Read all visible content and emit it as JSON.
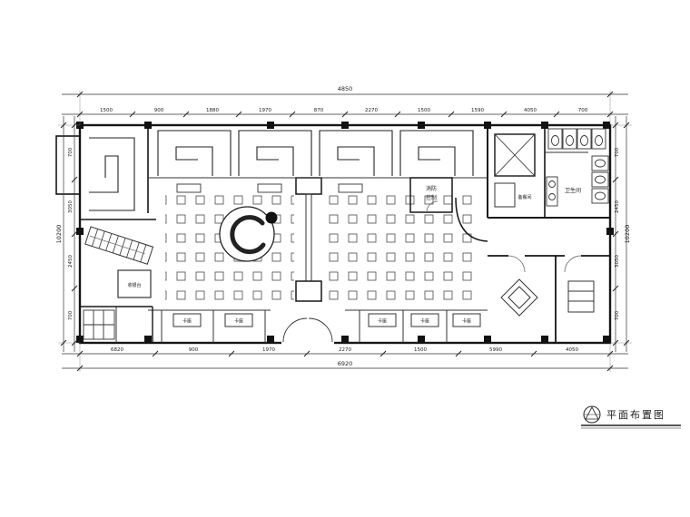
{
  "title_block": {
    "title": "平面布置图"
  },
  "dims": {
    "top_total": "4850",
    "bottom_total": "6920",
    "left_total": "10200",
    "right_total": "10200",
    "top": [
      "1500",
      "900",
      "1880",
      "1970",
      "870",
      "2270",
      "1500",
      "1590",
      "4050",
      "700"
    ],
    "bottom": [
      "6820",
      "900",
      "1970",
      "2270",
      "1500",
      "5990",
      "4050"
    ],
    "left": [
      "700",
      "3050",
      "2450",
      "700"
    ],
    "right": [
      "700",
      "2450",
      "3050",
      "700"
    ]
  },
  "rooms": {
    "fire1": "消防",
    "fire2": "控制",
    "prep": "备餐间",
    "restroom": "卫生间",
    "cashier": "收银台",
    "booth": "卡座"
  }
}
